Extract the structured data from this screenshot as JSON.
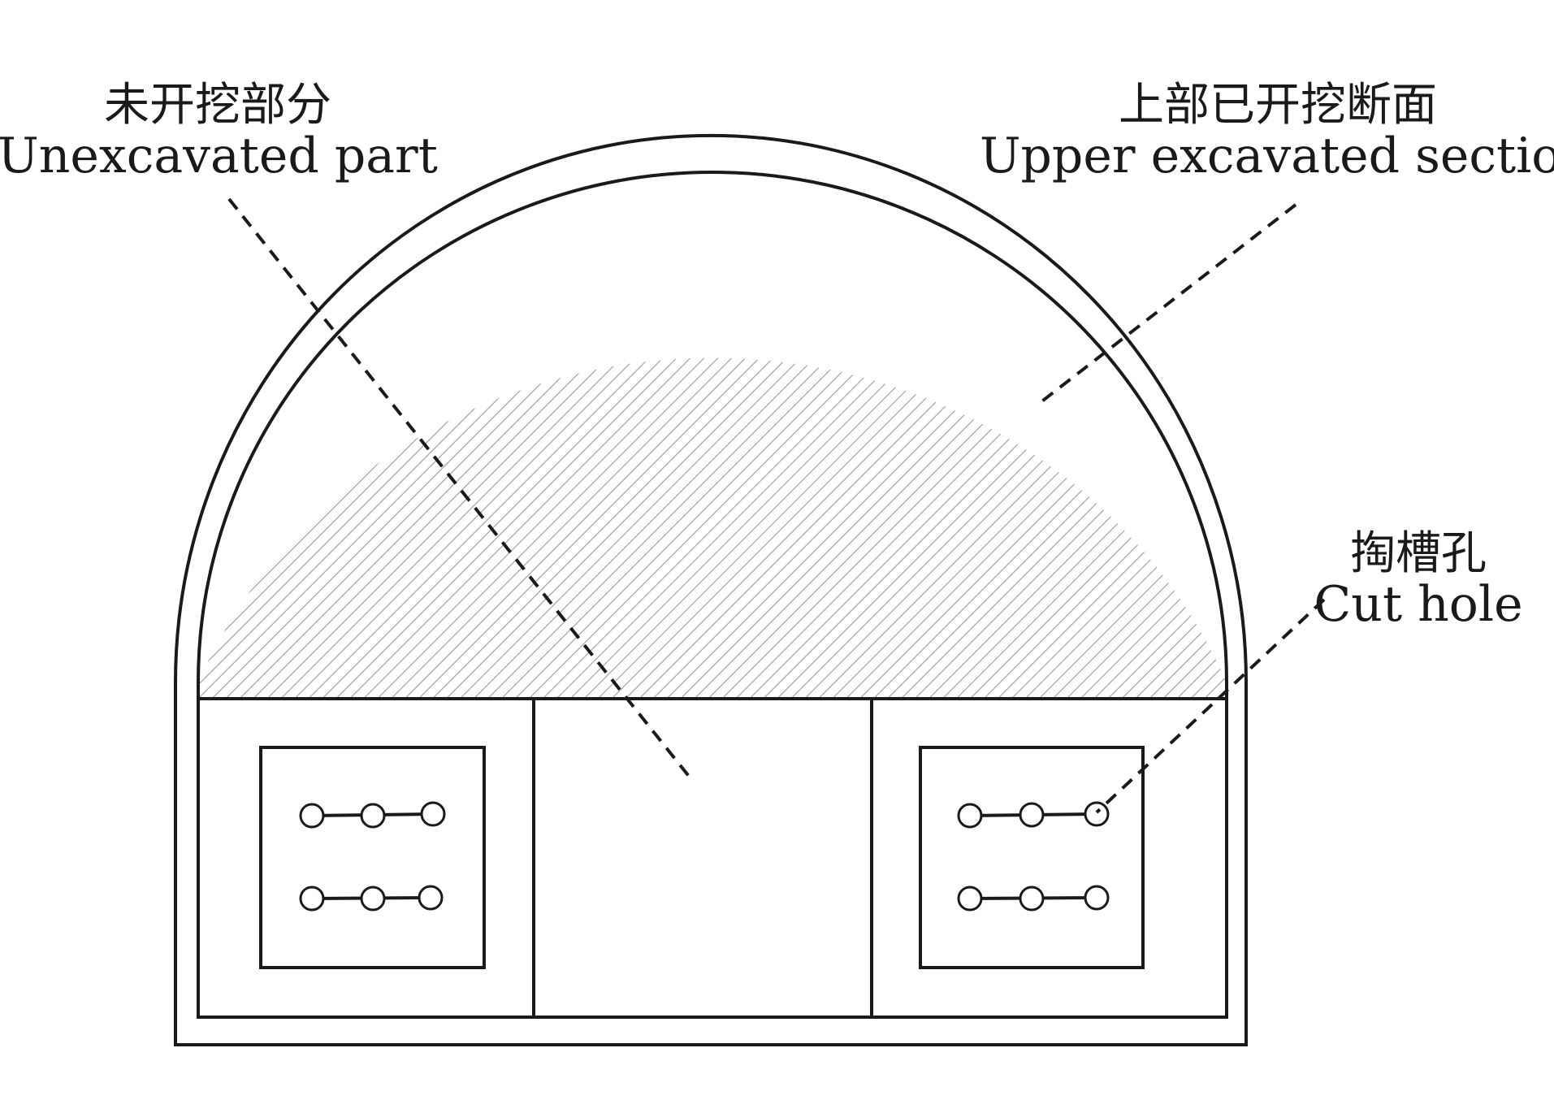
{
  "diagram": {
    "labels": {
      "unexcavated": {
        "cn": "未开挖部分",
        "en": "Unexcavated part"
      },
      "upper": {
        "cn": "上部已开挖断面",
        "en": "Upper excavated section"
      },
      "cut_hole": {
        "cn": "掏槽孔",
        "en": "Cut hole"
      }
    },
    "colors": {
      "stroke": "#1a1a1a",
      "hatch": "#9a9a9a",
      "background": "#ffffff"
    }
  }
}
